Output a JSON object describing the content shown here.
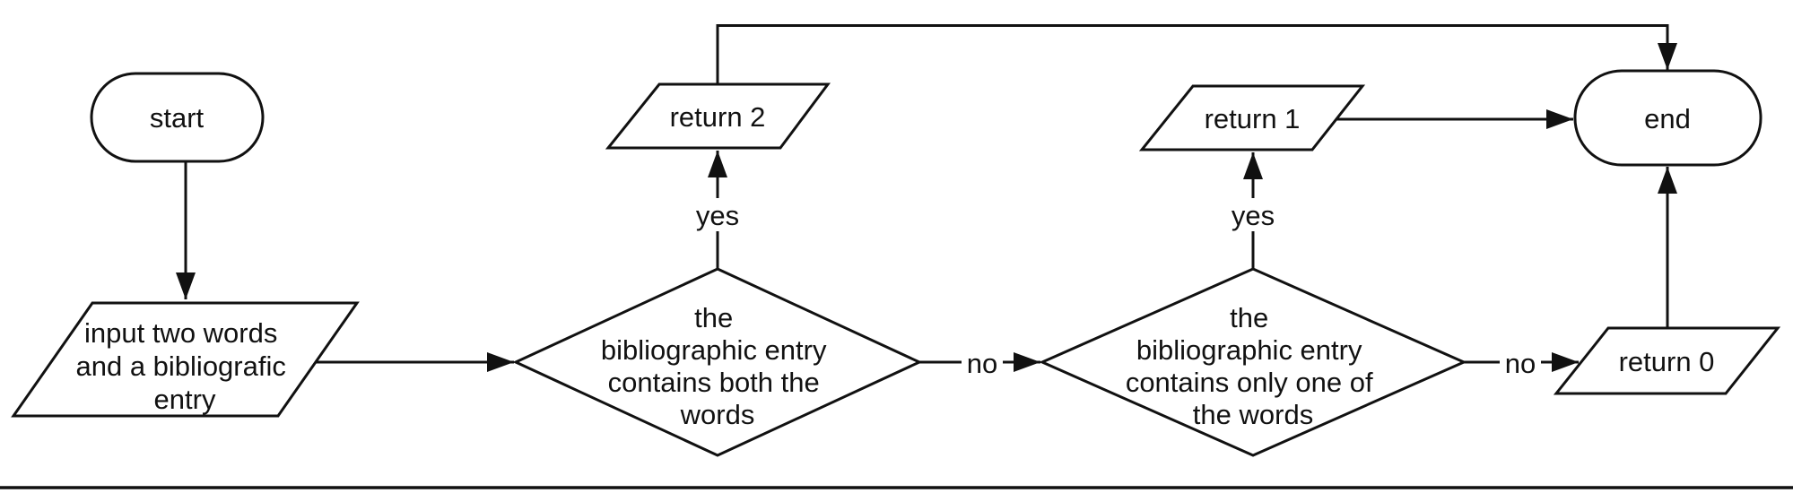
{
  "diagram": {
    "type": "flowchart",
    "colors": {
      "background": "#ffffff",
      "stroke": "#111111",
      "text": "#111111"
    },
    "nodes": {
      "start": {
        "shape": "terminator",
        "label": "start"
      },
      "input": {
        "shape": "input-output",
        "lines": [
          "input two words",
          "and a bibliografic",
          "entry"
        ]
      },
      "decision_both": {
        "shape": "decision",
        "lines": [
          "the",
          "bibliographic entry",
          "contains both the",
          "words"
        ]
      },
      "return_2": {
        "shape": "input-output",
        "label": "return 2"
      },
      "decision_one": {
        "shape": "decision",
        "lines": [
          "the",
          "bibliographic entry",
          "contains only one of",
          "the words"
        ]
      },
      "return_1": {
        "shape": "input-output",
        "label": "return 1"
      },
      "return_0": {
        "shape": "input-output",
        "label": "return 0"
      },
      "end": {
        "shape": "terminator",
        "label": "end"
      }
    },
    "edges": [
      {
        "from": "start",
        "to": "input",
        "label": ""
      },
      {
        "from": "input",
        "to": "decision_both",
        "label": ""
      },
      {
        "from": "decision_both",
        "to": "return_2",
        "label": "yes"
      },
      {
        "from": "decision_both",
        "to": "decision_one",
        "label": "no"
      },
      {
        "from": "return_2",
        "to": "end",
        "label": ""
      },
      {
        "from": "decision_one",
        "to": "return_1",
        "label": "yes"
      },
      {
        "from": "decision_one",
        "to": "return_0",
        "label": "no"
      },
      {
        "from": "return_1",
        "to": "end",
        "label": ""
      },
      {
        "from": "return_0",
        "to": "end",
        "label": ""
      }
    ]
  }
}
